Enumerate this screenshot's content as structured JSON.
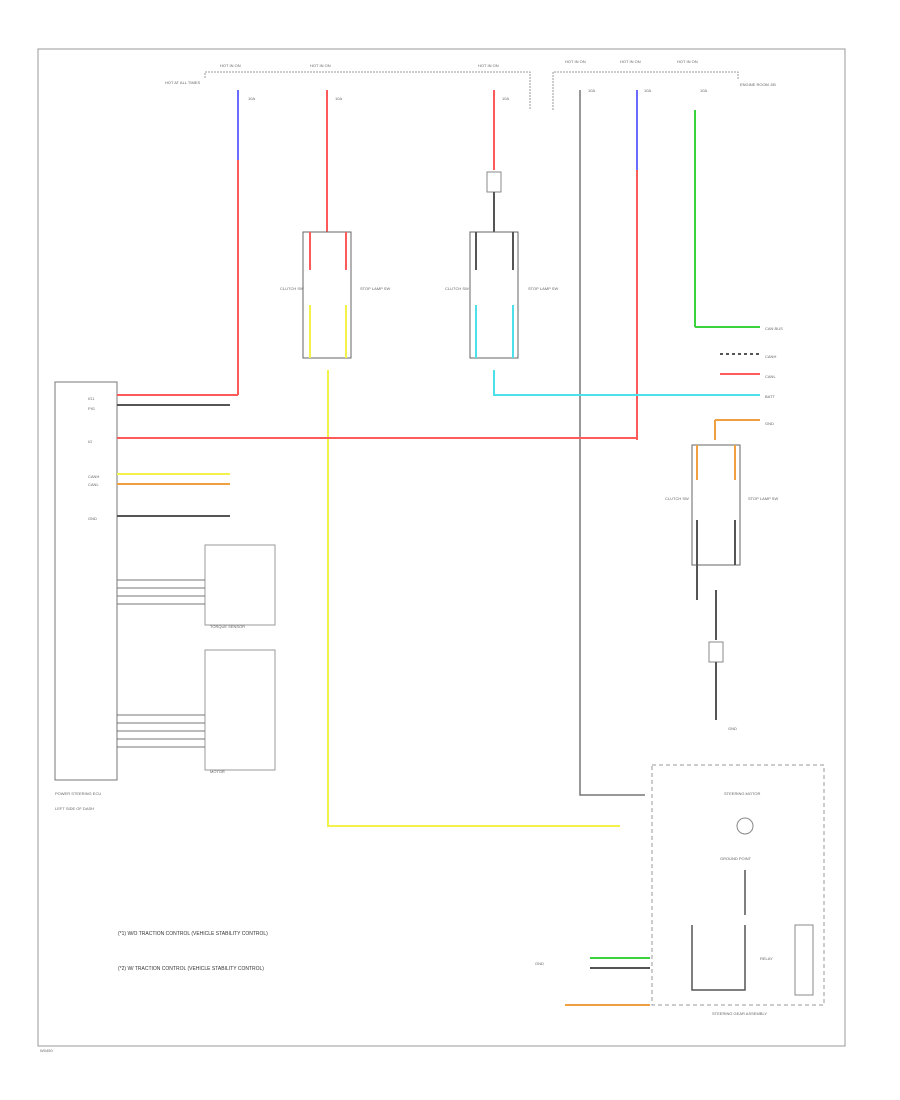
{
  "colors": {
    "red": "#ff5a5a",
    "blue": "#6b6bff",
    "green": "#3bd33b",
    "yellow": "#f2f24a",
    "cyan": "#4ee0e8",
    "orange": "#f0a040",
    "black": "#555555",
    "frame": "#777777"
  },
  "labels": {
    "fuse_box": "HOT AT ALL TIMES",
    "hot1": "HOT IN ON",
    "hot2": "HOT IN ON",
    "hot3": "HOT IN ON",
    "hot4": "HOT IN ON",
    "hot5": "HOT IN ON",
    "hot6": "HOT IN ON",
    "fuse_a": "10A",
    "fuse_b": "10A",
    "fuse_c": "10A",
    "fuse_d": "10A",
    "fuse_e": "10A",
    "fuse_f": "10A",
    "right_block": "ENGINE ROOM J/B",
    "sw_left_a": "CLUTCH SW",
    "sw_left_b": "STOP LAMP SW",
    "sw_mid_a": "CLUTCH SW",
    "sw_mid_b": "STOP LAMP SW",
    "sw_right_a": "CLUTCH SW",
    "sw_right_b": "STOP LAMP SW",
    "conn1": "CAN BUS",
    "conn2": "CANH",
    "conn3": "CANL",
    "conn4": "BATT",
    "conn5": "GND",
    "ecm": "POWER STEERING ECU",
    "ecm_sub": "LEFT SIDE OF DASH",
    "pin1": "IG1",
    "pin2": "PIG",
    "pin3": "IG",
    "pin4": "CANH",
    "pin5": "CANL",
    "pin6": "GND",
    "sensor1": "TORQUE SENSOR",
    "sensor2": "MOTOR",
    "gear_sw": "GROUND POINT",
    "motor_block": "STEERING MOTOR",
    "motor_sub": "STEERING GEAR ASSEMBLY",
    "ground": "GND",
    "relay": "RELAY",
    "note1": "(*1) W/O TRACTION CONTROL (VEHICLE STABILITY CONTROL)",
    "note2": "(*2) W/ TRACTION CONTROL (VEHICLE STABILITY CONTROL)",
    "page_code": "W0450"
  }
}
